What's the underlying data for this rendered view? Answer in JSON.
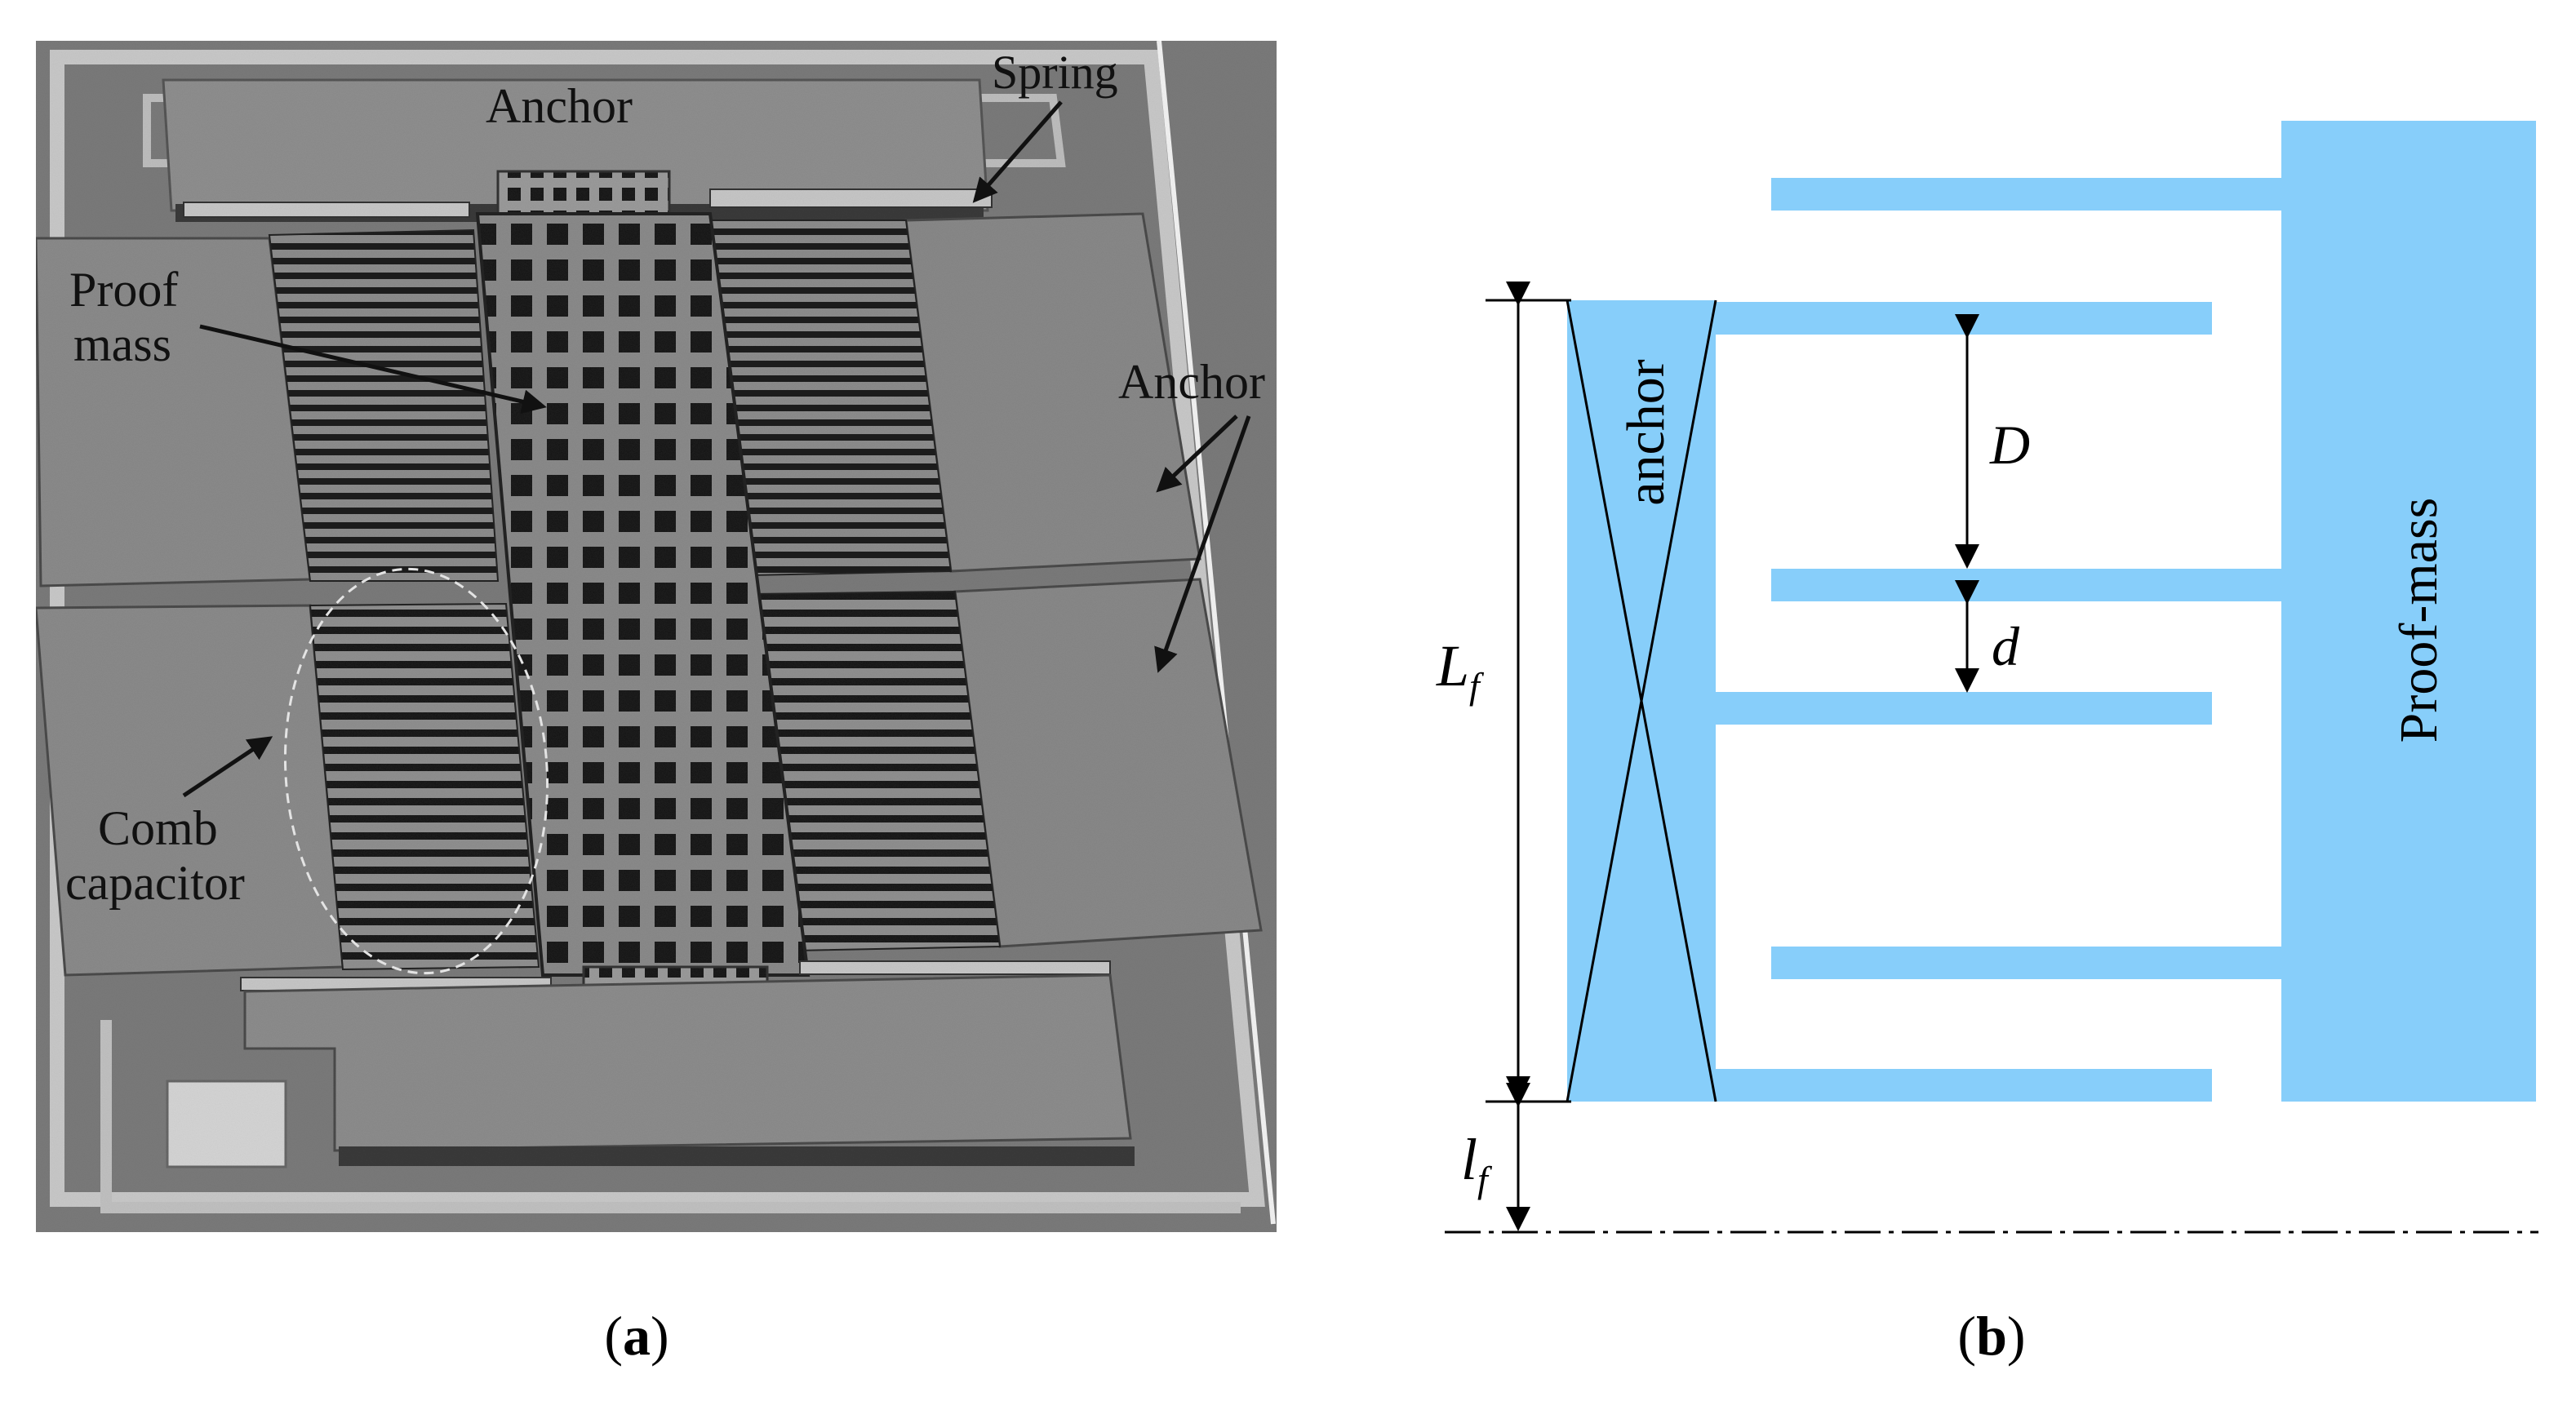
{
  "panel_a": {
    "caption_open": "(",
    "caption_letter": "a",
    "caption_close": ")",
    "labels": {
      "anchor_top": "Anchor",
      "spring": "Spring",
      "proof_mass_line1": "Proof",
      "proof_mass_line2": "mass",
      "anchor_right": "Anchor",
      "comb_line1": "Comb",
      "comb_line2": "capacitor"
    }
  },
  "panel_b": {
    "caption_open": "(",
    "caption_letter": "b",
    "caption_close": ")",
    "labels": {
      "anchor": "anchor",
      "proof_mass": "Proof-mass",
      "D": "D",
      "d": "d",
      "Lf_main": "L",
      "Lf_sub": "f",
      "lf_main": "l",
      "lf_sub": "f"
    },
    "colors": {
      "fill": "#87CEFA",
      "line": "#000000"
    }
  }
}
